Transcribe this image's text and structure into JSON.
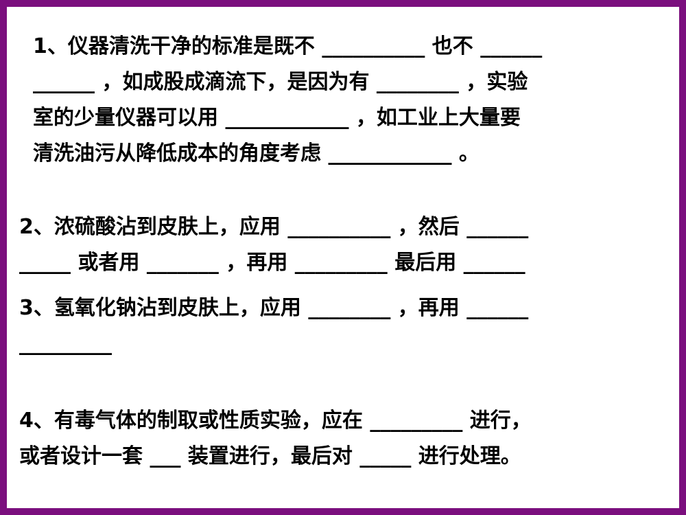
{
  "questions": [
    {
      "lines": [
        "1、仪器清洗干净的标准是既不 __________ 也不 ______",
        "______ ，如成股成滴流下，是因为有 ________ ，实验",
        "室的少量仪器可以用 ____________ ，如工业上大量要",
        "清洗油污从降低成本的角度考虑 ____________ 。"
      ]
    },
    {
      "lines": [
        "2、浓硫酸沾到皮肤上，应用 __________ ，然后 ______",
        "_____ 或者用 _______ ，再用 _________ 最后用 ______"
      ]
    },
    {
      "lines": [
        "3、氢氧化钠沾到皮肤上，应用 ________ ，再用 ______",
        "_________"
      ]
    },
    {
      "lines": [
        "4、有毒气体的制取或性质实验，应在 _________ 进行，",
        "或者设计一套 ___ 装置进行，最后对 _____ 进行处理。"
      ]
    }
  ]
}
